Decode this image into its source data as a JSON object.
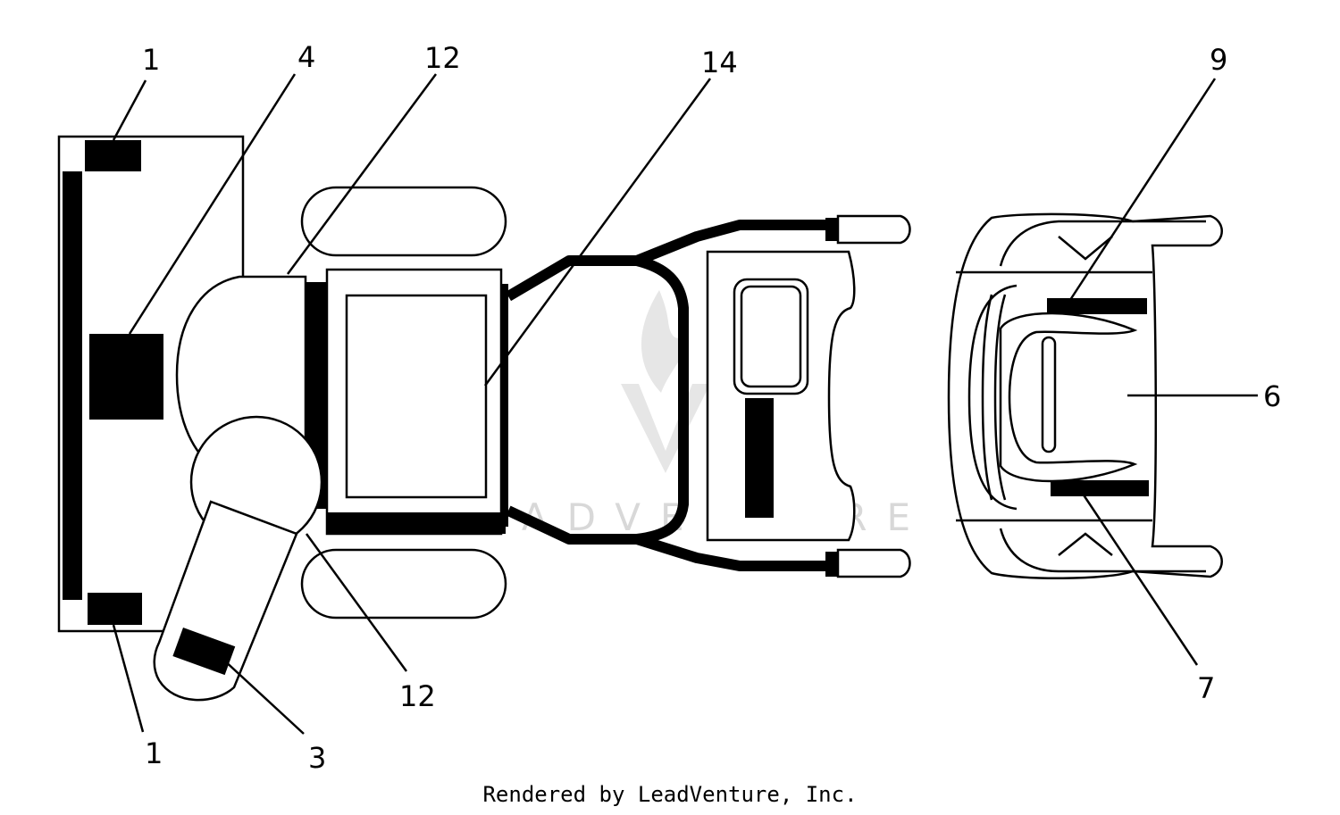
{
  "callouts": {
    "c1_top": "1",
    "c4": "4",
    "c12_top": "12",
    "c14": "14",
    "c9": "9",
    "c6": "6",
    "c7": "7",
    "c12_bottom": "12",
    "c1_bottom": "1",
    "c3": "3"
  },
  "watermark": "LEADVENTURE",
  "footer": "Rendered by LeadVenture, Inc."
}
